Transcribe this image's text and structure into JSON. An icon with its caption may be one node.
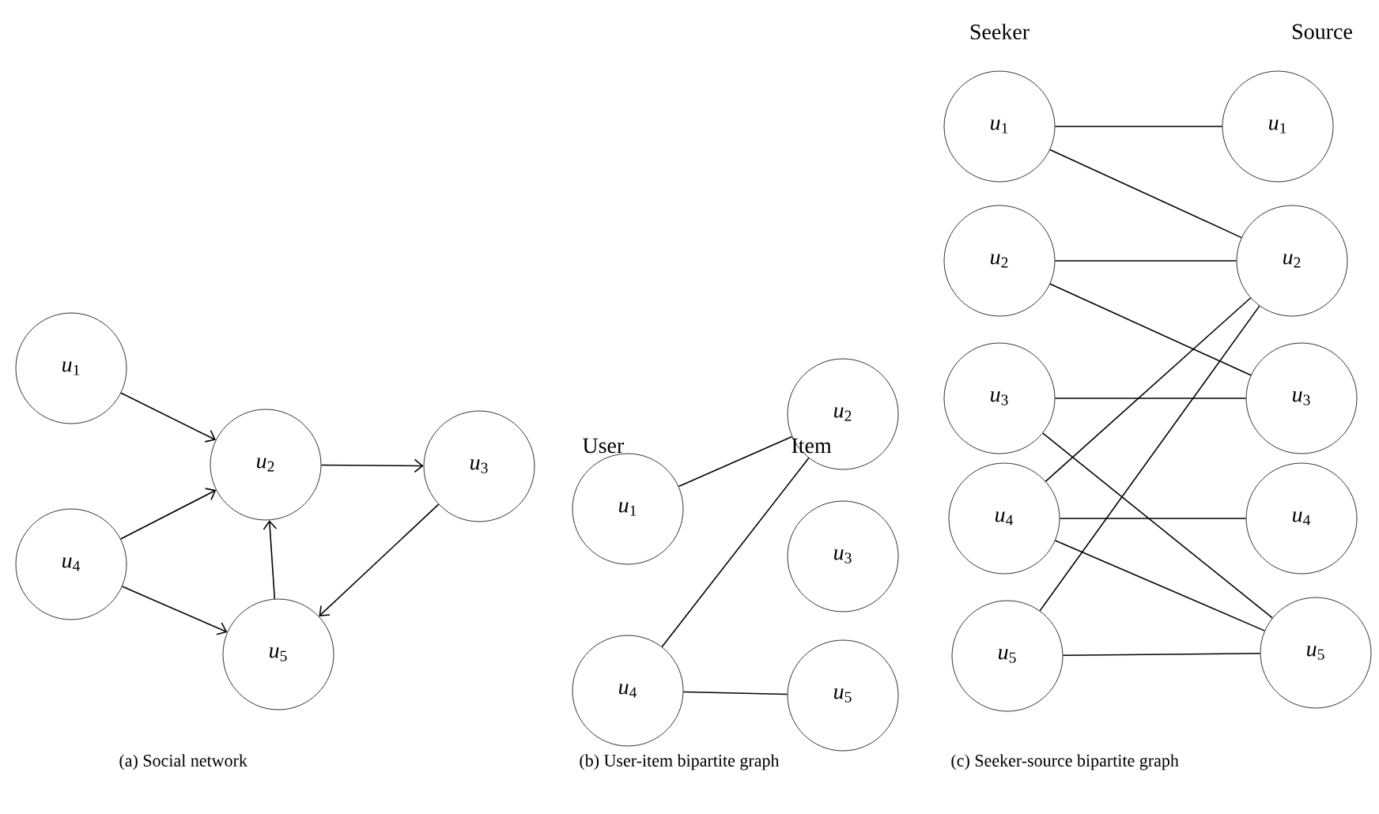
{
  "diagram": {
    "nodes": [
      {
        "text": [
          "*u*$_{1}$"
        ]
      },
      {
        "text": [
          "*u*$_{2}$"
        ]
      },
      {
        "text": [
          "*u*$_{3}$"
        ]
      },
      {
        "text": [
          "*u*$_{4}$"
        ]
      },
      {
        "text": [
          "*u*$_{5}$"
        ]
      },
      {
        "text": [
          "*u*$_{1}$"
        ]
      },
      {
        "text": [
          "*u*$_{2}$"
        ]
      },
      {
        "text": [
          "*u*$_{3}$"
        ]
      },
      {
        "text": [
          "*u*$_{4}$"
        ]
      },
      {
        "text": [
          "*u*$_{5}$"
        ]
      },
      {
        "text": [
          "*u*$_{1}$"
        ]
      },
      {
        "text": [
          "*u*$_{2}$"
        ]
      },
      {
        "text": [
          "*u*$_{3}$"
        ]
      },
      {
        "text": [
          "*u*$_{4}$"
        ]
      },
      {
        "text": [
          "*u*$_{5}$"
        ]
      },
      {
        "text": [
          "*u*$_{1}$"
        ]
      },
      {
        "text": [
          "*u*$_{2}$"
        ]
      },
      {
        "text": [
          "*u*$_{3}$"
        ]
      },
      {
        "text": [
          "*u*$_{4}$"
        ]
      },
      {
        "text": [
          "*u*$_{5}$"
        ]
      }
    ],
    "edges": [
      {
        "from": 0,
        "to": 1,
        "arrow": "to"
      },
      {
        "from": 3,
        "to": 1,
        "arrow": "to"
      },
      {
        "from": 3,
        "to": 4,
        "arrow": "to"
      },
      {
        "from": 1,
        "to": 2,
        "arrow": "to"
      },
      {
        "from": 2,
        "to": 4,
        "arrow": "to"
      },
      {
        "from": 4,
        "to": 1,
        "arrow": "to"
      },
      {
        "from": 5,
        "to": 6,
        "arrow": "none"
      },
      {
        "from": 8,
        "to": 6,
        "arrow": "none"
      },
      {
        "from": 8,
        "to": 9,
        "arrow": "none"
      },
      {
        "from": 10,
        "to": 15,
        "arrow": "none"
      },
      {
        "from": 10,
        "to": 16,
        "arrow": "none"
      },
      {
        "from": 11,
        "to": 16,
        "arrow": "none"
      },
      {
        "from": 11,
        "to": 17,
        "arrow": "none"
      },
      {
        "from": 12,
        "to": 17,
        "arrow": "none"
      },
      {
        "from": 12,
        "to": 19,
        "arrow": "none"
      },
      {
        "from": 13,
        "to": 16,
        "arrow": "none"
      },
      {
        "from": 13,
        "to": 18,
        "arrow": "none"
      },
      {
        "from": 13,
        "to": 19,
        "arrow": "none"
      },
      {
        "from": 14,
        "to": 16,
        "arrow": "none"
      },
      {
        "from": 14,
        "to": 19,
        "arrow": "none"
      }
    ],
    "labels": [
      "Seeker",
      "Source",
      "User",
      "Item",
      "(a) Social network",
      "(b) User-item bipartite graph",
      "(c) Seeker-source bipartite graph"
    ]
  }
}
